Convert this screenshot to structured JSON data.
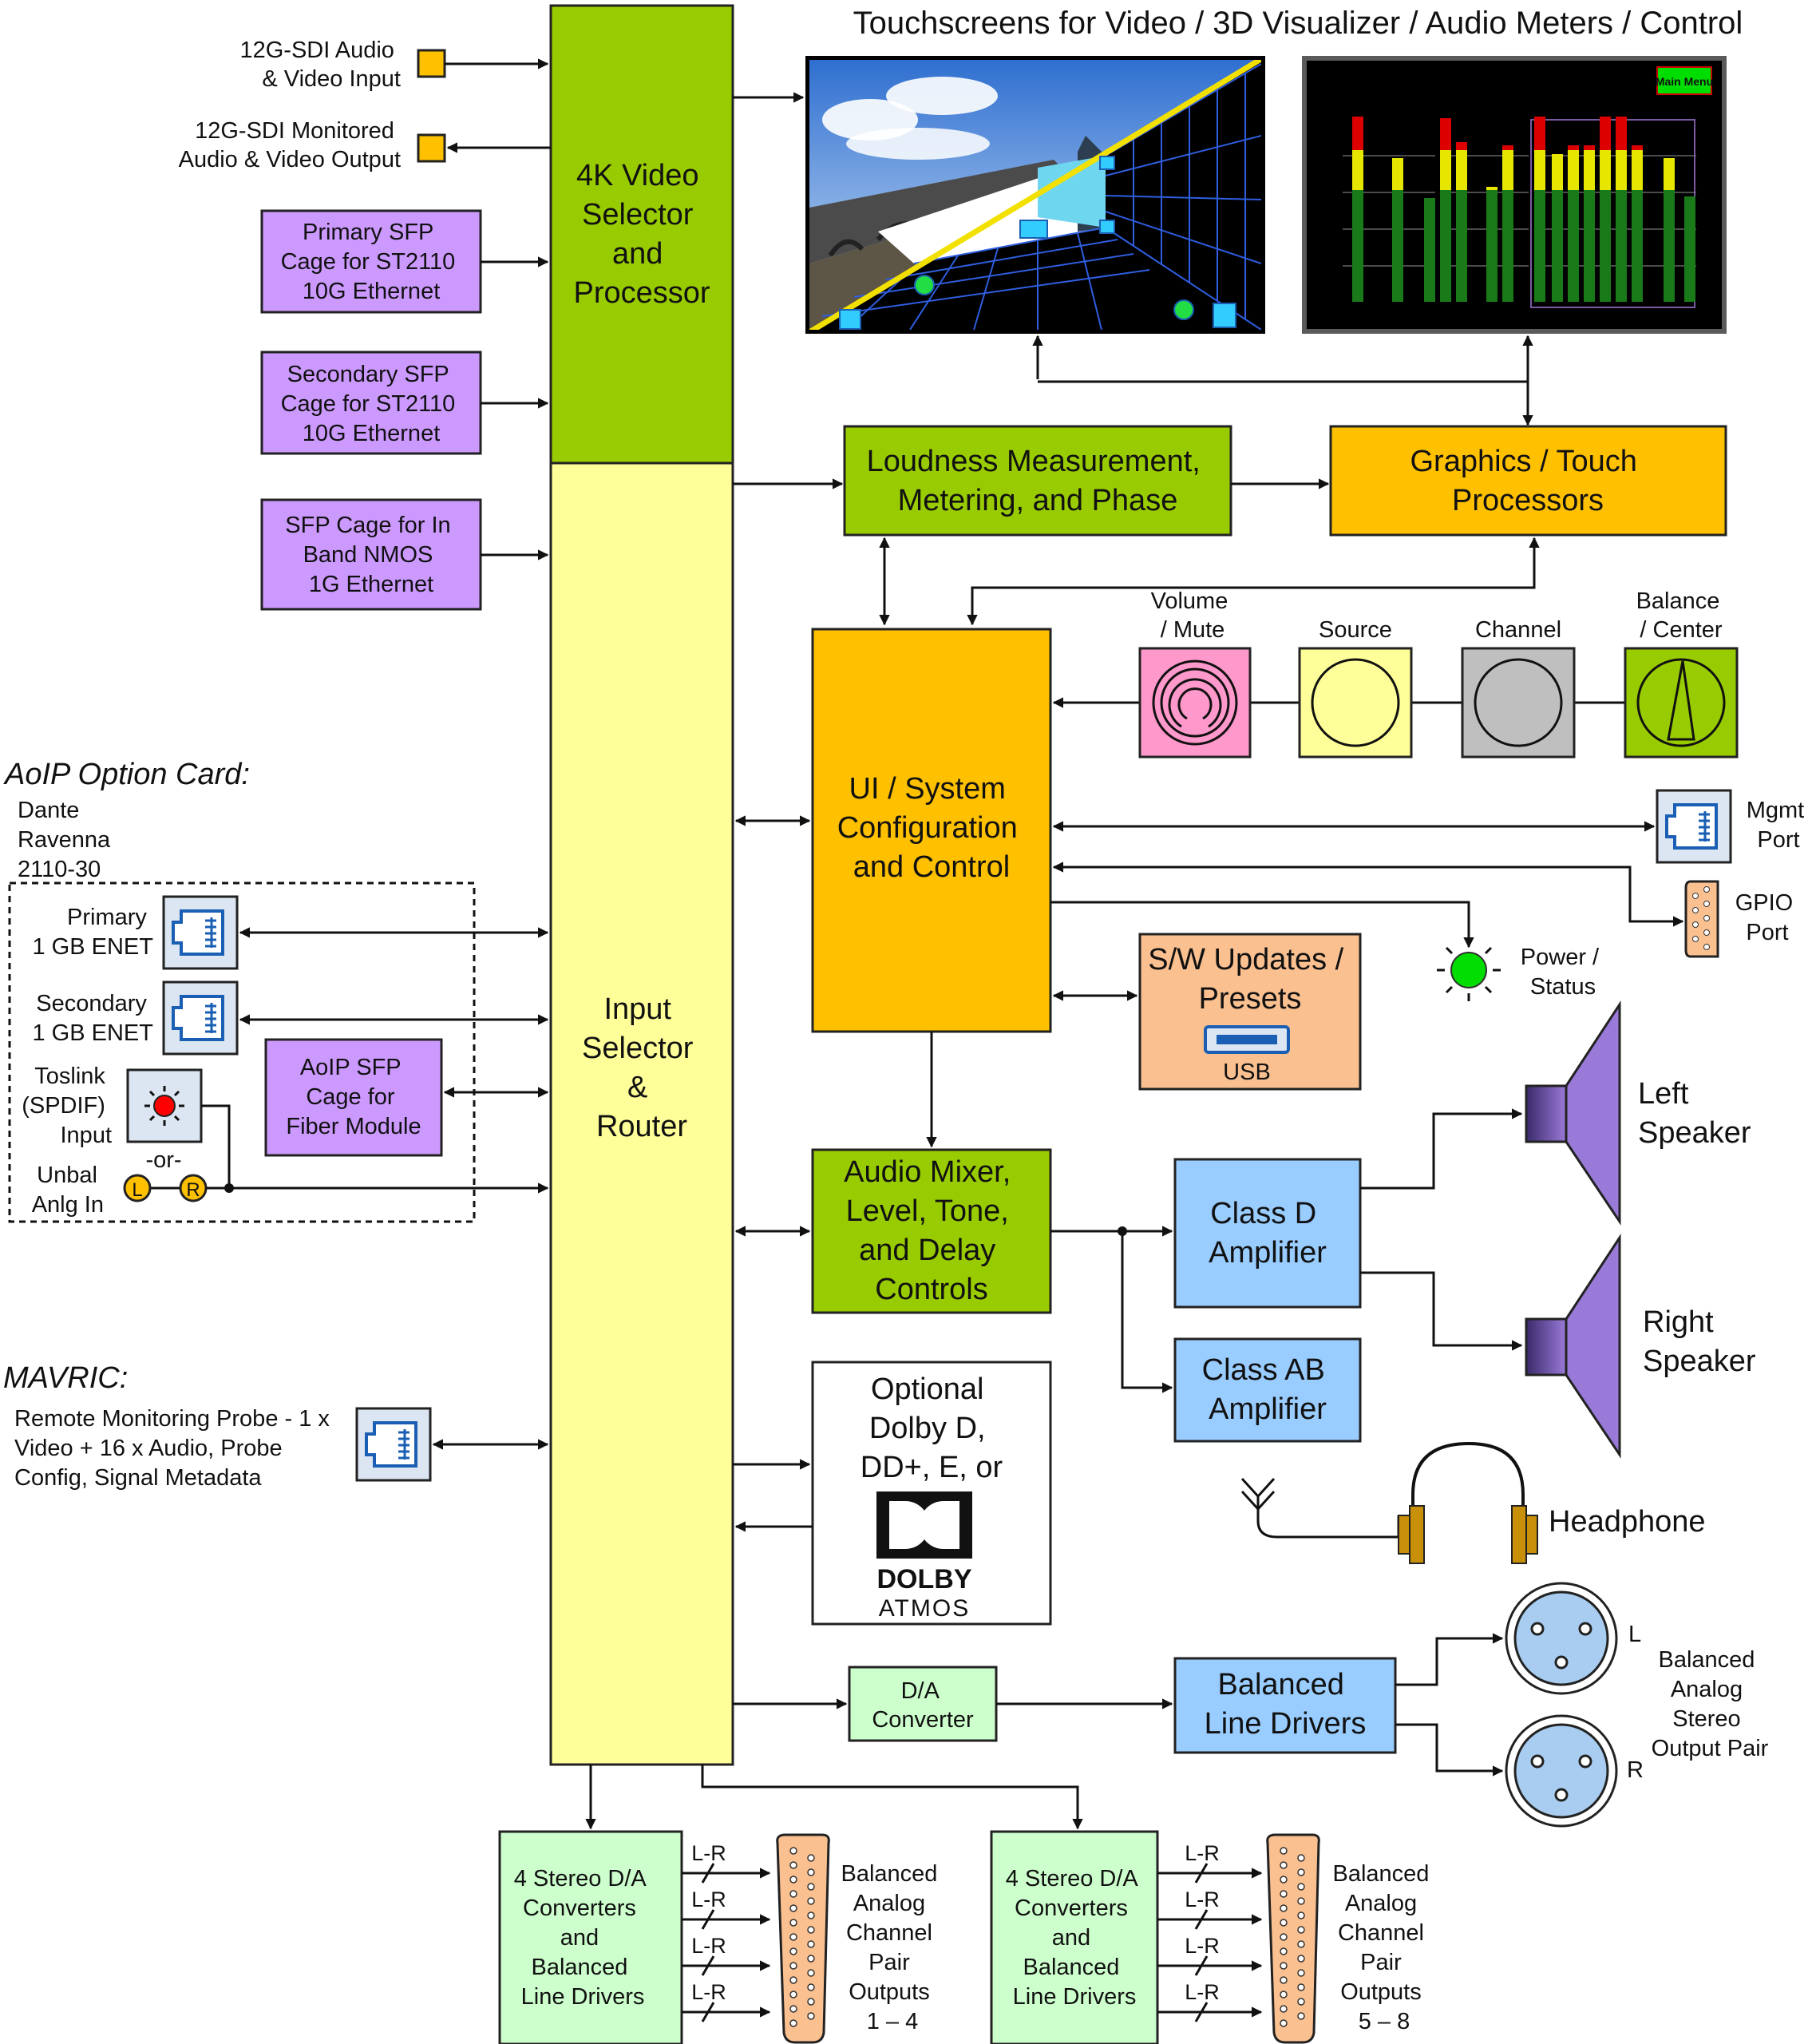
{
  "colors": {
    "green": "#99cc00",
    "yellow": "#ffff99",
    "orange": "#ffc000",
    "blue": "#99ccff",
    "purple": "#cc99ff",
    "light_green": "#ccffcc",
    "peach": "#fac090",
    "pink": "#ff99cc",
    "grey": "#bfbfbf",
    "port_blue": "#dce6f2"
  },
  "top_title": "Touchscreens for Video / 3D Visualizer / Audio Meters / Control",
  "main_menu": "Main Menu",
  "blocks": {
    "video_selector": [
      "4K Video",
      "Selector",
      "and",
      "Processor"
    ],
    "input_router": [
      "Input",
      "Selector",
      "&",
      "Router"
    ],
    "loudness": [
      "Loudness Measurement,",
      "Metering, and Phase"
    ],
    "graphics": [
      "Graphics / Touch",
      "Processors"
    ],
    "ui_system": [
      "UI / System",
      "Configuration",
      "and Control"
    ],
    "sw_updates": [
      "S/W Updates /",
      "Presets"
    ],
    "usb": "USB",
    "mixer": [
      "Audio Mixer,",
      "Level, Tone,",
      "and Delay",
      "Controls"
    ],
    "dolby_text": [
      "Optional",
      "Dolby D,",
      "DD+, E, or"
    ],
    "dolby_logo": [
      "DOLBY",
      "ATMOS"
    ],
    "class_d": [
      "Class D",
      "Amplifier"
    ],
    "class_ab": [
      "Class AB",
      "Amplifier"
    ],
    "da_converter": [
      "D/A",
      "Converter"
    ],
    "balanced_drivers": [
      "Balanced",
      "Line Drivers"
    ],
    "stereo_da_1": [
      "4 Stereo D/A",
      "Converters",
      "and",
      "Balanced",
      "Line Drivers"
    ],
    "stereo_da_2": [
      "4 Stereo D/A",
      "Converters",
      "and",
      "Balanced",
      "Line Drivers"
    ],
    "sfp_primary": [
      "Primary SFP",
      "Cage for ST2110",
      "10G Ethernet"
    ],
    "sfp_secondary": [
      "Secondary SFP",
      "Cage for ST2110",
      "10G Ethernet"
    ],
    "sfp_nmos": [
      "SFP Cage for In",
      "Band NMOS",
      "1G Ethernet"
    ],
    "aoip_sfp": [
      "AoIP SFP",
      "Cage for",
      "Fiber Module"
    ]
  },
  "labels": {
    "sdi_in": [
      "12G-SDI Audio",
      "& Video Input"
    ],
    "sdi_out": [
      "12G-SDI Monitored",
      "Audio & Video Output"
    ],
    "aoip_title": "AoIP Option Card:",
    "aoip_items": [
      "Dante",
      "Ravenna",
      "2110-30"
    ],
    "primary_enet": [
      "Primary",
      "1 GB ENET"
    ],
    "secondary_enet": [
      "Secondary",
      "1 GB ENET"
    ],
    "toslink": [
      "Toslink",
      "(SPDIF)",
      "Input"
    ],
    "or": "-or-",
    "unbal": [
      "Unbal",
      "Anlg In"
    ],
    "lr_l": "L",
    "lr_r": "R",
    "mavric_title": "MAVRIC:",
    "mavric_desc": [
      "Remote Monitoring Probe - 1 x",
      "Video + 16 x Audio, Probe",
      "Config, Signal Metadata"
    ],
    "volume": [
      "Volume",
      "/ Mute"
    ],
    "source": "Source",
    "channel": "Channel",
    "balance": [
      "Balance",
      "/ Center"
    ],
    "mgmt": [
      "Mgmt",
      "Port"
    ],
    "gpio": [
      "GPIO",
      "Port"
    ],
    "power": [
      "Power /",
      "Status"
    ],
    "left_speaker": [
      "Left",
      "Speaker"
    ],
    "right_speaker": [
      "Right",
      "Speaker"
    ],
    "headphone": "Headphone",
    "xlr_l": "L",
    "xlr_r": "R",
    "balanced_stereo": [
      "Balanced",
      "Analog",
      "Stereo",
      "Output Pair"
    ],
    "lr_tag": "L-R",
    "outputs_1_4": [
      "Balanced",
      "Analog",
      "Channel",
      "Pair",
      "Outputs",
      "1 – 4"
    ],
    "outputs_5_8": [
      "Balanced",
      "Analog",
      "Channel",
      "Pair",
      "Outputs",
      "5 – 8"
    ]
  }
}
